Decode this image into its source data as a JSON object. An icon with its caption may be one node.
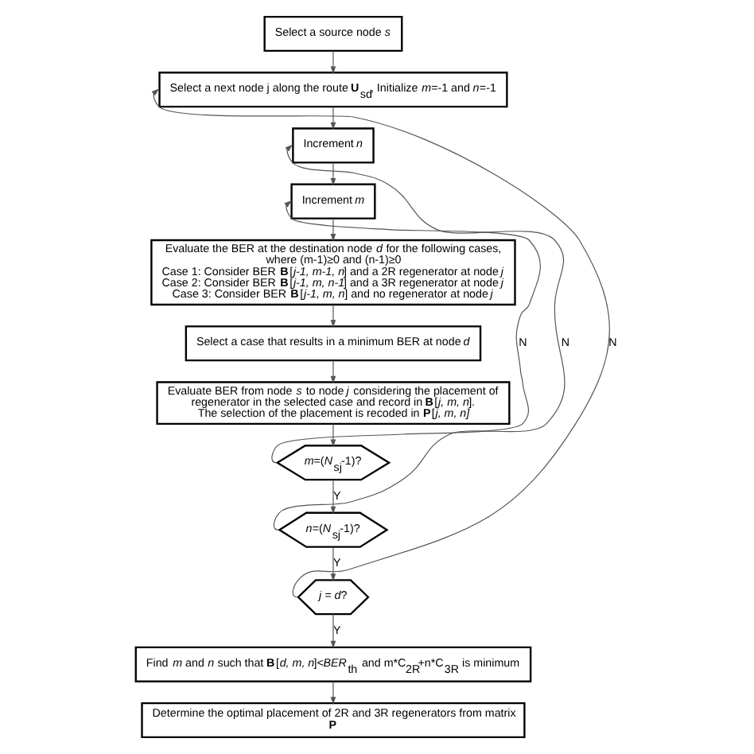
{
  "diagram": {
    "nodes": [
      {
        "text": [
          "Select a source node *s*"
        ]
      },
      {
        "text": [
          "Select a next node j along the route **U**$_{sd}$, Initialize *m*=-1 and *n*=-1"
        ]
      },
      {
        "text": [
          "Increment *n*"
        ]
      },
      {
        "text": [
          "Increment *m*"
        ]
      },
      {
        "text": [
          "Evaluate the BER at the destination node *d* for the following cases, where (m-1)≥0 and (n-1)≥0",
          "Case 1: Consider BER **B**[*j-1, m-1, n*] and a 2R regenerator at node *j*",
          "Case 2: Consider BER **B**[*j-1, m, n-1*] and a 3R regenerator at node *j*",
          "Case 3: Consider BER **B**[*j-1, m, n*] and no regenerator at node *j*"
        ]
      },
      {
        "text": [
          "Select a case that results in a minimum BER at node *d*"
        ]
      },
      {
        "text": [
          "Evaluate BER from node *s* to node *j* considering the placement of regenerator in the selected case and record in **B**[*j, m, n*].",
          "The selection of the placement is recoded in **P**[*j, m, n]*"
        ]
      },
      {
        "text": [
          "*m*=(*N*$_{sj}$-1)?"
        ]
      },
      {
        "text": [
          "*n*=(*N*$_{sj}$-1)?"
        ]
      },
      {
        "text": [
          "*j = d*?"
        ]
      },
      {
        "text": [
          "Find *m* and *n* such that **B**[*d, m, n*]<*BER*$_{th}$ and m*C$_{2R}$+n*C$_{3R}$ is minimum"
        ]
      },
      {
        "text": [
          "Determine the optimal placement of 2R and 3R regenerators from matrix **P**"
        ]
      }
    ],
    "edges": [
      {
        "from": 0,
        "to": 1,
        "arrow": "to"
      },
      {
        "from": 1,
        "to": 2,
        "arrow": "to"
      },
      {
        "from": 2,
        "to": 3,
        "arrow": "to"
      },
      {
        "from": 3,
        "to": 4,
        "arrow": "to"
      },
      {
        "from": 4,
        "to": 5,
        "arrow": "to"
      },
      {
        "from": 5,
        "to": 6,
        "arrow": "to"
      },
      {
        "from": 6,
        "to": 7,
        "arrow": "to"
      },
      {
        "from": 7,
        "to": 8,
        "arrow": "to",
        "label": "Y"
      },
      {
        "from": 8,
        "to": 9,
        "arrow": "to",
        "label": "Y"
      },
      {
        "from": 9,
        "to": 10,
        "arrow": "to",
        "label": "Y"
      },
      {
        "from": 10,
        "to": 11,
        "arrow": "to"
      },
      {
        "from": 7,
        "to": 3,
        "arrow": "to",
        "label": "N"
      },
      {
        "from": 8,
        "to": 2,
        "arrow": "to",
        "label": "N"
      },
      {
        "from": 9,
        "to": 1,
        "arrow": "to",
        "label": "N"
      }
    ]
  }
}
